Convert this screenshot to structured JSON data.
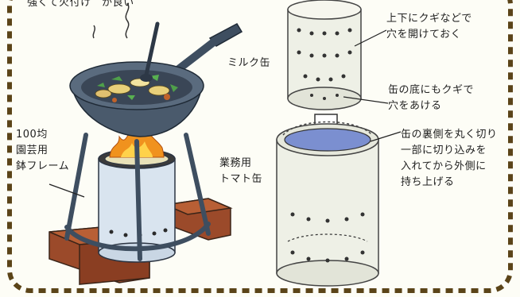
{
  "colors": {
    "background": "#fdfdf6",
    "frame_dash": "#5b4418",
    "wok": "#4a5a6c",
    "tomato_can": "#d9e4ef",
    "milk_can": "#eef0e6",
    "brick": "#9b4a2a",
    "flame": "#f0921e",
    "arrow": "#ffffff"
  },
  "icons": {
    "wok": "wok-with-stir-fry-icon",
    "tomato_can": "tomato-can-stove-icon",
    "milk_can": "perforated-milk-can-icon",
    "brick": "brick-icon",
    "arrow": "down-arrow-icon",
    "flame": "flame-icon",
    "steam": "steam-icon"
  },
  "labels": {
    "top_cut": "強くて火付け　が良い",
    "frame": [
      "100均",
      "園芸用",
      "鉢フレーム"
    ],
    "tomato_can": [
      "業務用",
      "トマト缶"
    ],
    "milk_can": "ミルク缶",
    "holes_top": [
      "上下にクギなどで",
      "穴を開けておく"
    ],
    "holes_bottom": [
      "缶の底にもクギで",
      "穴をあける"
    ],
    "lid_cut": [
      "缶の裏側を丸く切り",
      "一部に切り込みを",
      "入れてから外側に",
      "持ち上げる"
    ]
  }
}
